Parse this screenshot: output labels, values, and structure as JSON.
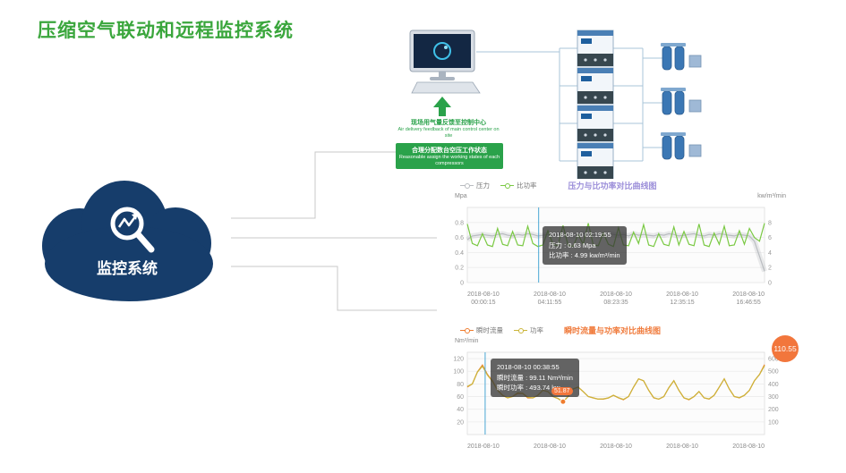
{
  "page": {
    "title": "压缩空气联动和远程监控系统",
    "title_color": "#3aa63c"
  },
  "cloud": {
    "label": "监控系统",
    "color": "#163d6b"
  },
  "diagram": {
    "accent_color": "#2aa24a",
    "feedback_cn": "现场用气量反馈至控制中心",
    "feedback_en": "Air delivery feedback of main control center on site",
    "assign_cn": "合理分配数台空压工作状态",
    "assign_en": "Reasonable assign the working states of each compressors"
  },
  "chart_data": [
    {
      "type": "line",
      "title": "压力与比功率对比曲线图",
      "title_color": "#9b8ed9",
      "legend": [
        {
          "label": "压力",
          "color": "#b9bcc0"
        },
        {
          "label": "比功率",
          "color": "#7ac943"
        }
      ],
      "left_axis": {
        "label": "Mpa",
        "min": 0,
        "max": 1,
        "ticks": [
          0.8,
          0.6,
          0.4,
          0.2,
          0
        ]
      },
      "right_axis": {
        "label": "kw/m³/min",
        "min": 0,
        "max": 10,
        "ticks": [
          8,
          6,
          4,
          2,
          0
        ]
      },
      "x_labels": [
        [
          "2018-08-10",
          "00:00:15"
        ],
        [
          "2018-08-10",
          "04:11:55"
        ],
        [
          "2018-08-10",
          "08:23:35"
        ],
        [
          "2018-08-10",
          "12:35:15"
        ],
        [
          "2018-08-10",
          "16:46:55"
        ]
      ],
      "series": [
        {
          "name": "压力",
          "axis": "left",
          "color": "#b9bcc0",
          "band": true,
          "values": [
            0.57,
            0.62,
            0.63,
            0.64,
            0.63,
            0.62,
            0.64,
            0.65,
            0.63,
            0.62,
            0.64,
            0.63,
            0.65,
            0.64,
            0.62,
            0.63,
            0.64,
            0.63,
            0.65,
            0.64,
            0.63,
            0.62,
            0.64,
            0.65,
            0.63,
            0.64,
            0.62,
            0.63,
            0.65,
            0.64,
            0.63,
            0.64,
            0.62,
            0.65,
            0.63,
            0.64,
            0.63,
            0.62,
            0.64,
            0.63,
            0.65,
            0.64,
            0.62,
            0.63,
            0.64,
            0.65,
            0.63,
            0.62,
            0.64,
            0.63,
            0.65,
            0.64,
            0.63,
            0.62,
            0.64,
            0.63,
            0.62,
            0.55,
            0.35,
            0.15
          ]
        },
        {
          "name": "比功率",
          "axis": "right",
          "color": "#7ac943",
          "values": [
            7.8,
            5.2,
            4.9,
            6.5,
            5.0,
            4.8,
            7.2,
            5.1,
            4.9,
            6.8,
            5.0,
            4.9,
            7.5,
            5.2,
            4.8,
            5.0,
            6.9,
            5.1,
            4.9,
            7.6,
            5.0,
            4.8,
            6.4,
            5.1,
            7.9,
            5.0,
            4.9,
            6.6,
            5.1,
            4.8,
            7.3,
            5.0,
            4.9,
            6.7,
            5.2,
            7.7,
            5.0,
            4.8,
            6.5,
            5.1,
            4.9,
            7.4,
            5.0,
            6.8,
            5.1,
            4.9,
            7.8,
            5.0,
            4.8,
            6.6,
            5.1,
            7.5,
            4.9,
            5.0,
            6.9,
            5.1,
            7.2,
            6.0,
            5.5,
            7.9
          ]
        }
      ],
      "cursor_x_frac": 0.24,
      "tooltip": [
        "2018-08-10 02:19:55",
        "压力 : 0.63 Mpa",
        "比功率 : 4.99 kw/m³/min"
      ]
    },
    {
      "type": "line",
      "title": "瞬时流量与功率对比曲线图",
      "title_color": "#f07b3c",
      "legend": [
        {
          "label": "瞬时流量",
          "color": "#ef7d2f"
        },
        {
          "label": "功率",
          "color": "#cbb53a"
        }
      ],
      "left_axis": {
        "label": "Nm³/min",
        "min": 0,
        "max": 130,
        "ticks": [
          120,
          100,
          80,
          60,
          40,
          20
        ]
      },
      "right_axis": {
        "label": "",
        "min": 0,
        "max": 650,
        "ticks": [
          600,
          500,
          400,
          300,
          200,
          100
        ]
      },
      "x_labels": [
        [
          "2018-08-10"
        ],
        [
          "2018-08-10"
        ],
        [
          "2018-08-10"
        ],
        [
          "2018-08-10"
        ],
        [
          "2018-08-10"
        ]
      ],
      "series": [
        {
          "name": "瞬时流量",
          "axis": "left",
          "color": "#ef7d2f",
          "values": [
            75,
            80,
            99.11,
            110,
            95,
            85,
            70,
            62,
            58,
            60,
            65,
            65,
            58,
            58,
            62,
            70,
            68,
            60,
            57,
            51.87,
            60,
            72,
            75,
            68,
            60,
            58,
            56,
            56,
            58,
            62,
            58,
            55,
            60,
            75,
            88,
            85,
            70,
            58,
            56,
            60,
            74,
            85,
            70,
            58,
            55,
            60,
            68,
            58,
            56,
            62,
            75,
            88,
            72,
            60,
            58,
            62,
            70,
            85,
            95,
            110.55
          ]
        },
        {
          "name": "功率",
          "axis": "right",
          "color": "#cbb53a",
          "values": [
            380,
            400,
            493.74,
            540,
            470,
            420,
            350,
            310,
            290,
            300,
            330,
            325,
            295,
            290,
            310,
            350,
            340,
            300,
            285,
            258,
            300,
            360,
            375,
            340,
            300,
            290,
            280,
            282,
            290,
            310,
            292,
            278,
            300,
            375,
            440,
            425,
            350,
            292,
            280,
            300,
            370,
            425,
            350,
            290,
            278,
            300,
            340,
            290,
            282,
            310,
            375,
            440,
            360,
            300,
            292,
            310,
            350,
            425,
            475,
            545
          ]
        }
      ],
      "cursor_x_frac": 0.06,
      "dip_index": 19,
      "tooltip": [
        "2018-08-10 00:38:55",
        "瞬时流量 : 99.11 Nm³/min",
        "瞬时功率 : 493.74 kw"
      ],
      "end_badge": "110.55",
      "dip_label": "51.87"
    }
  ]
}
